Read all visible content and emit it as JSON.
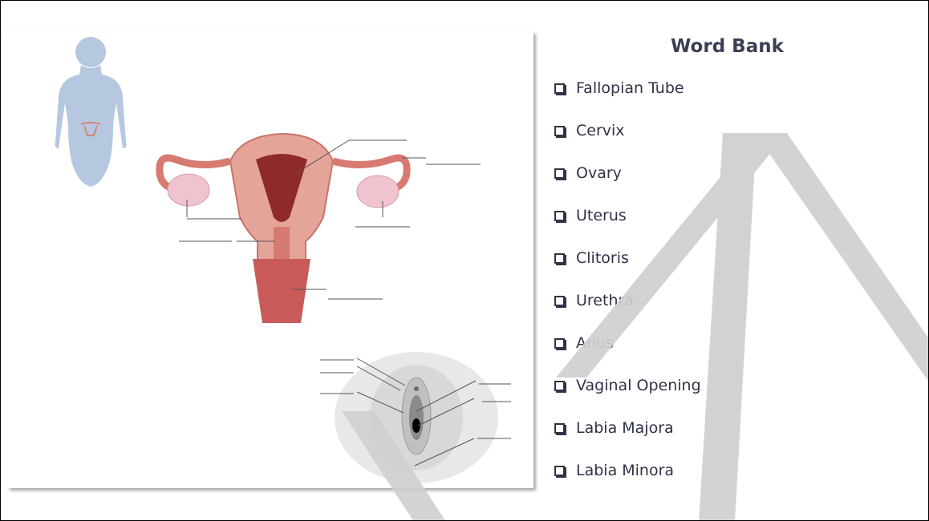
{
  "word_bank": {
    "title": "Word Bank",
    "items": [
      {
        "label": "Fallopian Tube"
      },
      {
        "label": "Cervix"
      },
      {
        "label": "Ovary"
      },
      {
        "label": "Uterus"
      },
      {
        "label": "Clitoris"
      },
      {
        "label": "Urethra"
      },
      {
        "label": "Anus"
      },
      {
        "label": "Vaginal Opening"
      },
      {
        "label": "Labia Majora"
      },
      {
        "label": "Labia Minora"
      }
    ]
  },
  "illustrations": {
    "body_silhouette": "female-body-silhouette",
    "internal_diagram": "uterus-ovaries-diagram",
    "external_diagram": "vulva-diagram"
  },
  "colors": {
    "text": "#2f3346",
    "silhouette": "#b6c8e0",
    "tissue": "#d9847a",
    "watermark": "#cfcfcf"
  }
}
